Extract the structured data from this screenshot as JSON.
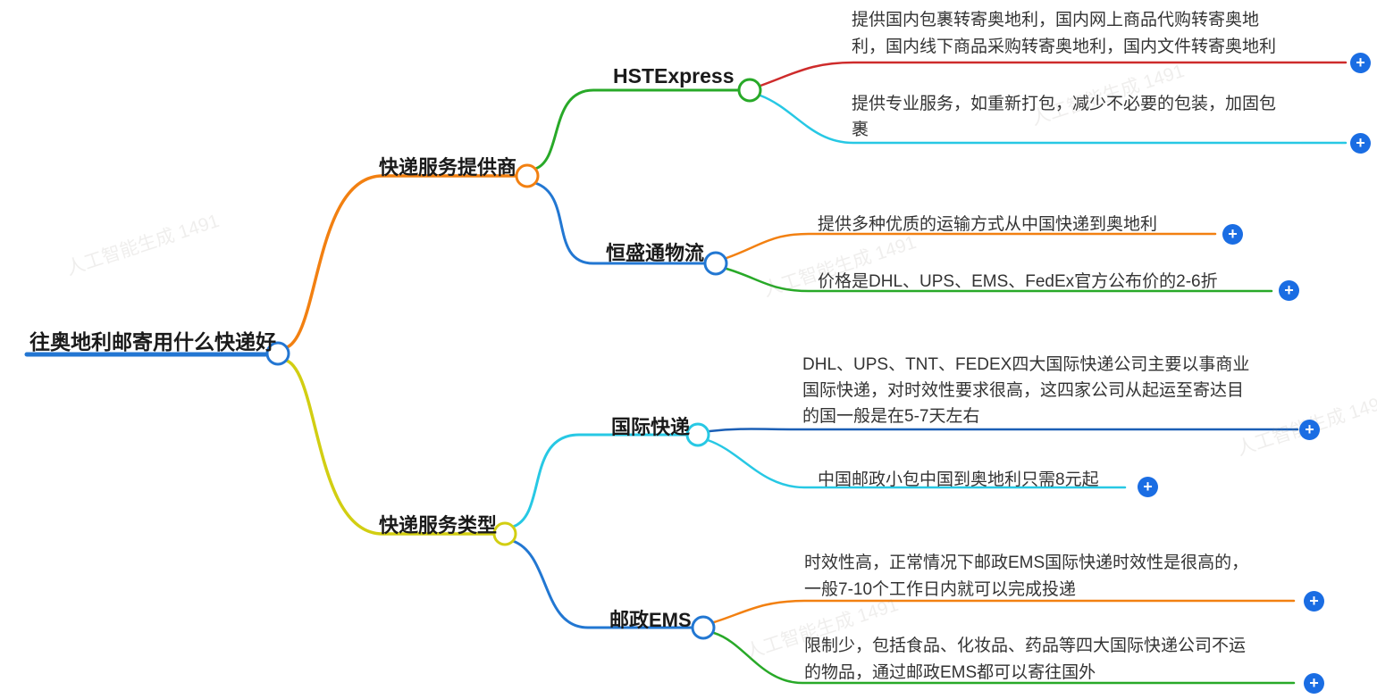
{
  "colors": {
    "root_blue": "#2376D2",
    "orange": "#F28011",
    "green": "#28A928",
    "red": "#CE2B2B",
    "cyan": "#27C8E4",
    "blue": "#2277D2",
    "dark_blue": "#1B5FB6",
    "yellow": "#D2CE12",
    "add_button": "#1A6DE3",
    "title_text": "#1A1A1A",
    "leaf_text": "#333333"
  },
  "watermark": "人工智能生成 1491",
  "mindmap": {
    "root": {
      "label": "往奥地利邮寄用什么快递好"
    },
    "add_button_label": "+",
    "branches": [
      {
        "label": "快递服务提供商",
        "children": [
          {
            "label": "HSTExpress",
            "leaves": [
              "提供国内包裹转寄奥地利，国内网上商品代购转寄奥地利，国内线下商品采购转寄奥地利，国内文件转寄奥地利",
              "提供专业服务，如重新打包，减少不必要的包装，加固包裹"
            ]
          },
          {
            "label": "恒盛通物流",
            "leaves": [
              "提供多种优质的运输方式从中国快递到奥地利",
              "价格是DHL、UPS、EMS、FedEx官方公布价的2-6折"
            ]
          }
        ]
      },
      {
        "label": "快递服务类型",
        "children": [
          {
            "label": "国际快递",
            "leaves": [
              "DHL、UPS、TNT、FEDEX四大国际快递公司主要以事商业国际快递，对时效性要求很高，这四家公司从起运至寄达目的国一般是在5-7天左右",
              "中国邮政小包中国到奥地利只需8元起"
            ]
          },
          {
            "label": "邮政EMS",
            "leaves": [
              "时效性高，正常情况下邮政EMS国际快递时效性是很高的，一般7-10个工作日内就可以完成投递",
              "限制少，包括食品、化妆品、药品等四大国际快递公司不运的物品，通过邮政EMS都可以寄往国外"
            ]
          }
        ]
      }
    ]
  }
}
